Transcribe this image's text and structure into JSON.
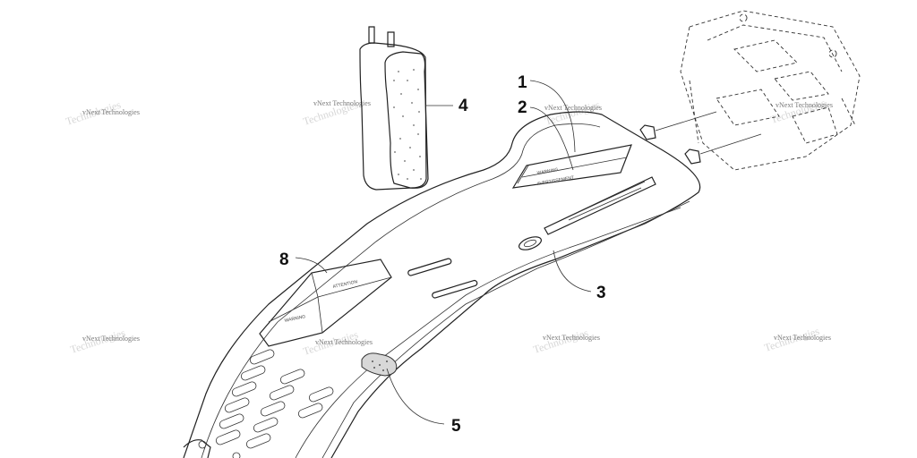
{
  "callouts": [
    "1",
    "2",
    "3",
    "4",
    "5",
    "8"
  ],
  "watermark": "vNext Technologies",
  "labels": {
    "decal_text_1": "WARNING",
    "decal_text_2": "AVERTISSEMENT",
    "decal_text_3": "ATTENTION",
    "decal_text_4": "WARNING"
  },
  "colors": {
    "line": "#222222",
    "background": "#ffffff",
    "pad": "#888888"
  }
}
